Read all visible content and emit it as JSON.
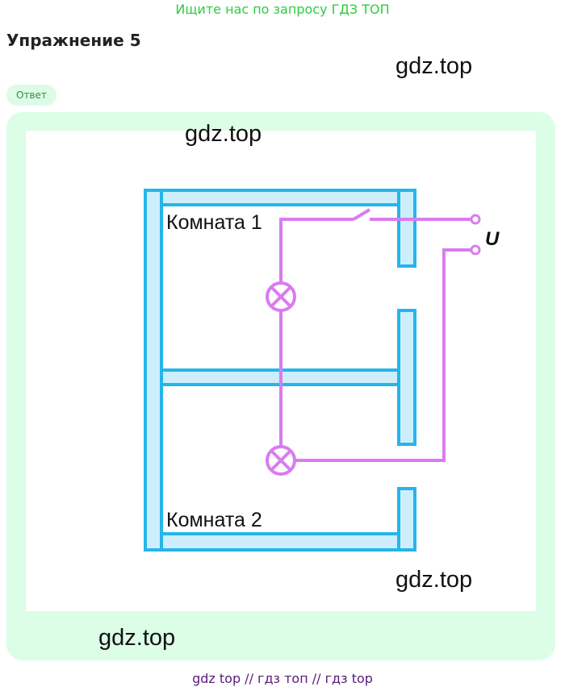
{
  "banner": {
    "text": "Ищите нас по запросу ГДЗ ТОП"
  },
  "exercise": {
    "title": "Упражнение 5"
  },
  "answer": {
    "label": "Ответ"
  },
  "diagram": {
    "room1_label": "Комната 1",
    "room2_label": "Комната 2",
    "voltage_label": "U"
  },
  "watermarks": [
    "gdz.top",
    "gdz.top",
    "gdz.top",
    "gdz.top"
  ],
  "footer": {
    "text": "gdz top  //  гдз топ  //  гдз top"
  },
  "colors": {
    "banner": "#2ecc40",
    "card_bg": "#dcfde6",
    "wall_fill": "#cdeefc",
    "wall_stroke": "#25b5ea",
    "wire": "#d97cf0",
    "footer": "#5b1a78"
  }
}
